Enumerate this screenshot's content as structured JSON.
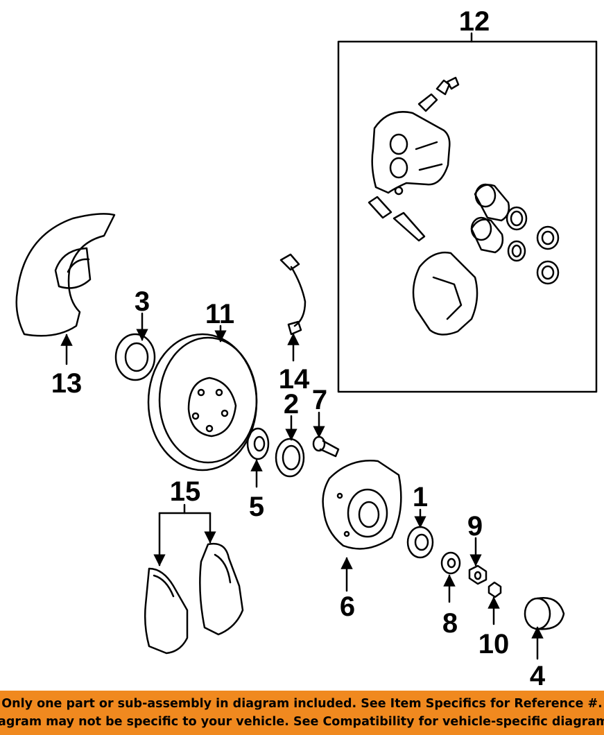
{
  "callouts": {
    "c1": "1",
    "c2": "2",
    "c3": "3",
    "c4": "4",
    "c5": "5",
    "c6": "6",
    "c7": "7",
    "c8": "8",
    "c9": "9",
    "c10": "10",
    "c11": "11",
    "c12": "12",
    "c13": "13",
    "c14": "14",
    "c15": "15"
  },
  "banner": {
    "line1": "Only one part or sub-assembly in diagram included. See Item Specifics for Reference #.",
    "line2": "Diagram may not be specific to your vehicle. See Compatibility for vehicle-specific diagrams."
  },
  "colors": {
    "banner": "#f0891f",
    "ink": "#000000",
    "paper": "#ffffff"
  }
}
